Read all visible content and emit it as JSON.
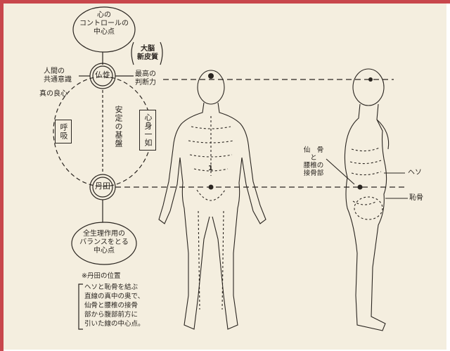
{
  "top_node": {
    "line1": "心の",
    "line2": "コントロールの",
    "line3": "中心点"
  },
  "cortex": {
    "line1": "大脳",
    "line2": "新皮質"
  },
  "buddha_nature": "仏性",
  "collective": {
    "line1": "人間の",
    "line2": "共通意識"
  },
  "judgment": {
    "line1": "最高の",
    "line2": "判断力"
  },
  "conscience": "真の良心",
  "breath": "呼吸",
  "stability": "安定の基盤",
  "unity": "心身一如",
  "tanden": "丹田",
  "bottom_node": {
    "line1": "全生理作用の",
    "line2": "バランスをとる",
    "line3": "中心点"
  },
  "note": {
    "title": "※丹田の位置",
    "lines": [
      "ヘソと恥骨を結ぶ",
      "直線の真中の奥で、",
      "仙骨と腰椎の接骨",
      "部から腹部前方に",
      "引いた線の中心点。"
    ]
  },
  "front_marker": "1",
  "side_labels": {
    "sacrum": {
      "line1": "仙　骨",
      "line2": "と",
      "line3": "腰椎の",
      "line4": "接骨部"
    },
    "navel": "ヘソ",
    "pubic": "恥骨"
  },
  "colors": {
    "frame": "#c8474c",
    "paper": "#f4eedf",
    "ink": "#2a2520"
  }
}
